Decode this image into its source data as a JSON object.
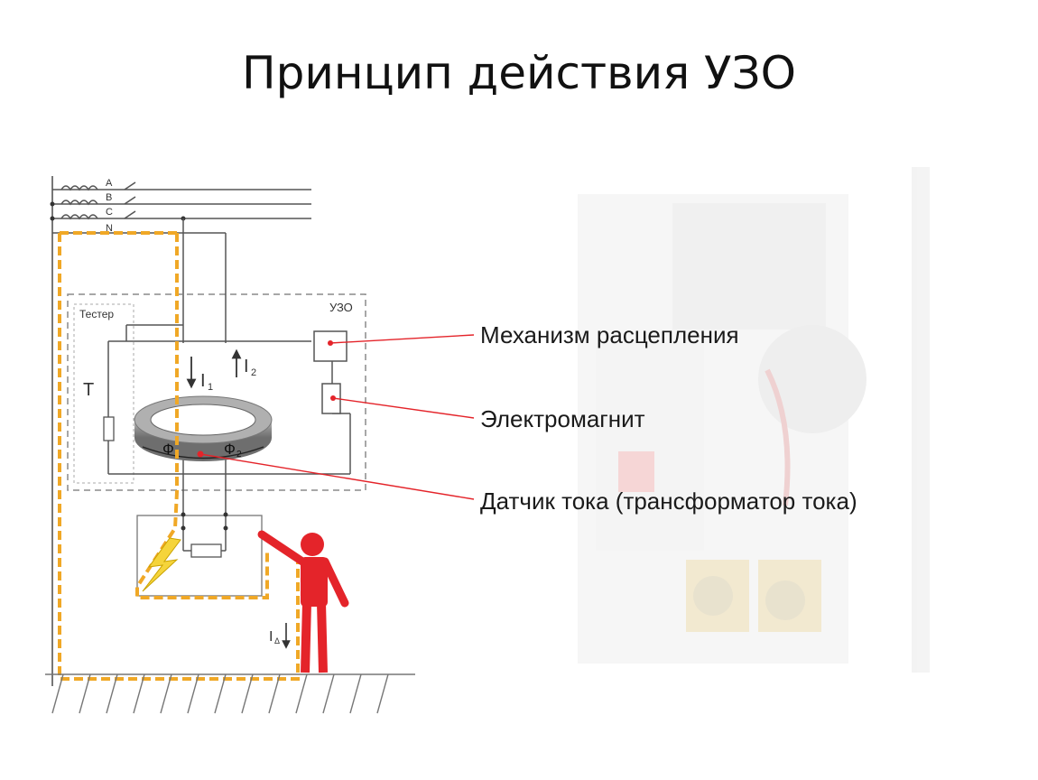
{
  "title": "Принцип действия УЗО",
  "colors": {
    "accent_red": "#e4242a",
    "fault_path": "#f0a826",
    "wire": "#555555",
    "box_dash": "#8a8a8a"
  },
  "phases": [
    "A",
    "B",
    "C",
    "N"
  ],
  "labels": {
    "tester": "Тестер",
    "rcd": "УЗО",
    "test_button": "Т",
    "i1": "I",
    "i1_sub": "1",
    "i2": "I",
    "i2_sub": "2",
    "phi1": "Ф",
    "phi1_sub": "1",
    "phi2": "Ф",
    "phi2_sub": "2",
    "leak": "I",
    "leak_sub": "Δ"
  },
  "callouts": {
    "trip_mechanism": "Механизм расцепления",
    "electromagnet": "Электромагнит",
    "current_sensor": "Датчик тока (трансформатор тока)"
  },
  "icons": [
    "inductor-icon",
    "switch-icon",
    "toroid-icon",
    "resistor-icon",
    "lightning-icon",
    "person-icon",
    "ground-icon"
  ]
}
